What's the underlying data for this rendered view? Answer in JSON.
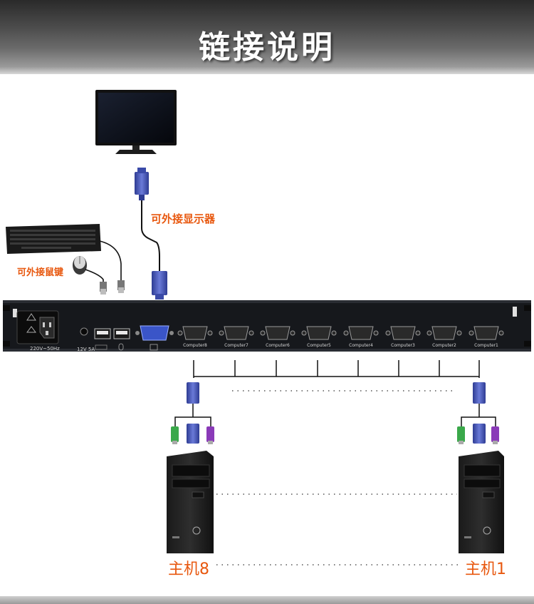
{
  "header": {
    "title": "链接说明"
  },
  "labels": {
    "monitor": "可外接显示器",
    "keyboard_mouse": "可外接鼠键",
    "host8": "主机8",
    "host1": "主机1"
  },
  "device": {
    "power_rating": "220V~50Hz",
    "dc_rating": "12V 5A",
    "ports": [
      "Computer8",
      "Computer7",
      "Computer6",
      "Computer5",
      "Computer4",
      "Computer3",
      "Computer2",
      "Computer1"
    ]
  },
  "colors": {
    "accent": "#e8580f",
    "header_dark": "#2a2a2a",
    "vga_connector": "#4a5bb8"
  }
}
